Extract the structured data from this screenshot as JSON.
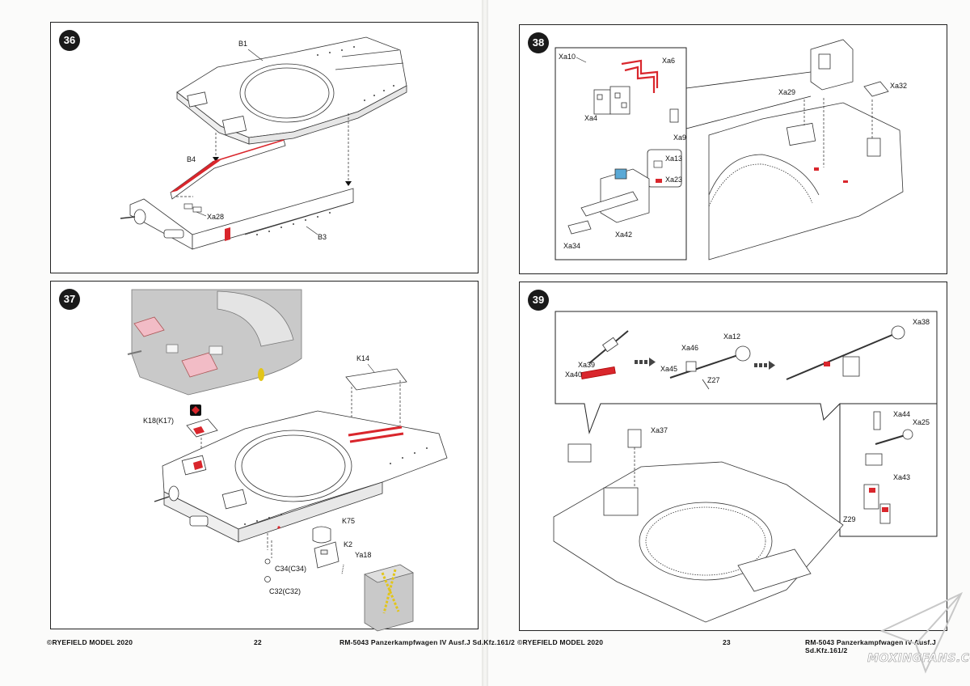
{
  "pages": [
    {
      "footer_left": "©RYEFIELD MODEL 2020",
      "page_number": "22",
      "footer_right": "RM-5043 Panzerkampfwagen IV Ausf.J Sd.Kfz.161/2"
    },
    {
      "footer_left": "©RYEFIELD MODEL 2020",
      "page_number": "23",
      "footer_right": "RM-5043 Panzerkampfwagen IV Ausf.J Sd.Kfz.161/2"
    }
  ],
  "steps": {
    "s36": {
      "number": "36",
      "labels": {
        "b1": "B1",
        "b4": "B4",
        "xa28": "Xa28",
        "b3": "B3"
      }
    },
    "s37": {
      "number": "37",
      "labels": {
        "k14": "K14",
        "k18": "K18(K17)",
        "k75": "K75",
        "k2": "K2",
        "ya18": "Ya18",
        "c34": "C34(C34)",
        "c32": "C32(C32)"
      }
    },
    "s38": {
      "number": "38",
      "labels": {
        "xa10": "Xa10",
        "xa6": "Xa6",
        "xa4": "Xa4",
        "xa9": "Xa9",
        "xa13": "Xa13",
        "xa23": "Xa23",
        "xa34": "Xa34",
        "xa42": "Xa42",
        "xa29": "Xa29",
        "xa32": "Xa32"
      }
    },
    "s39": {
      "number": "39",
      "labels": {
        "xa39": "Xa39",
        "xa40": "Xa40",
        "xa46": "Xa46",
        "xa12": "Xa12",
        "xa45": "Xa45",
        "z27": "Z27",
        "xa38": "Xa38",
        "xa37": "Xa37",
        "xa44": "Xa44",
        "xa25": "Xa25",
        "xa43": "Xa43",
        "z29": "Z29"
      }
    }
  },
  "watermark": "MOXINGFANS.COM",
  "colors": {
    "part_highlight": "#d9262c",
    "pink_part": "#f2bcc6",
    "grey_context": "#c9c9c9",
    "decal_blue": "#5aa9d6",
    "chain_yellow": "#e2c51a",
    "ink": "#1a1a1a"
  }
}
